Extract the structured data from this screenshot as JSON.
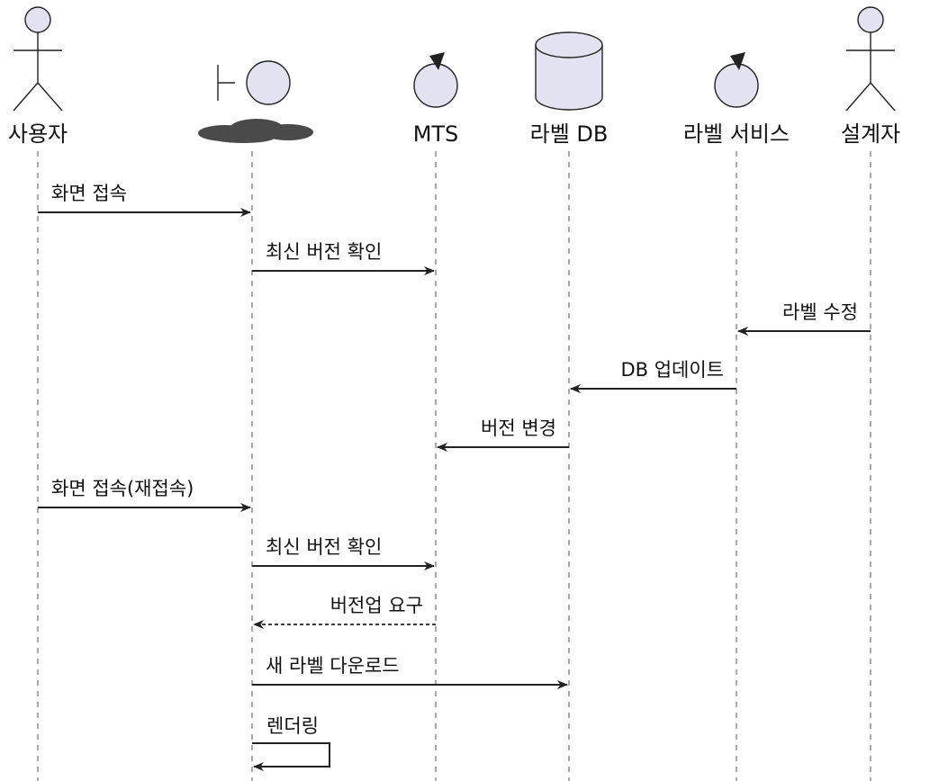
{
  "participants": [
    {
      "id": "user",
      "type": "actor",
      "label": "사용자",
      "icon": "actor-icon"
    },
    {
      "id": "ui",
      "type": "boundary",
      "label": "",
      "icon": "boundary-icon",
      "label_redacted": true
    },
    {
      "id": "mts",
      "type": "control",
      "label": "MTS",
      "icon": "control-icon"
    },
    {
      "id": "labeldb",
      "type": "database",
      "label": "라벨 DB",
      "icon": "database-icon"
    },
    {
      "id": "labelsvc",
      "type": "control",
      "label": "라벨 서비스",
      "icon": "control-icon"
    },
    {
      "id": "designer",
      "type": "actor",
      "label": "설계자",
      "icon": "actor-icon"
    }
  ],
  "messages": [
    {
      "from": "user",
      "to": "ui",
      "label": "화면 접속",
      "style": "solid"
    },
    {
      "from": "ui",
      "to": "mts",
      "label": "최신 버전 확인",
      "style": "solid"
    },
    {
      "from": "designer",
      "to": "labelsvc",
      "label": "라벨 수정",
      "style": "solid"
    },
    {
      "from": "labelsvc",
      "to": "labeldb",
      "label": "DB 업데이트",
      "style": "solid"
    },
    {
      "from": "labeldb",
      "to": "mts",
      "label": "버전 변경",
      "style": "solid"
    },
    {
      "from": "user",
      "to": "ui",
      "label": "화면 접속(재접속)",
      "style": "solid"
    },
    {
      "from": "ui",
      "to": "mts",
      "label": "최신 버전 확인",
      "style": "solid"
    },
    {
      "from": "mts",
      "to": "ui",
      "label": "버전업 요구",
      "style": "dashed"
    },
    {
      "from": "ui",
      "to": "labeldb",
      "label": "새 라벨 다운로드",
      "style": "solid"
    },
    {
      "from": "ui",
      "to": "ui",
      "label": "렌더링",
      "style": "solid"
    }
  ]
}
